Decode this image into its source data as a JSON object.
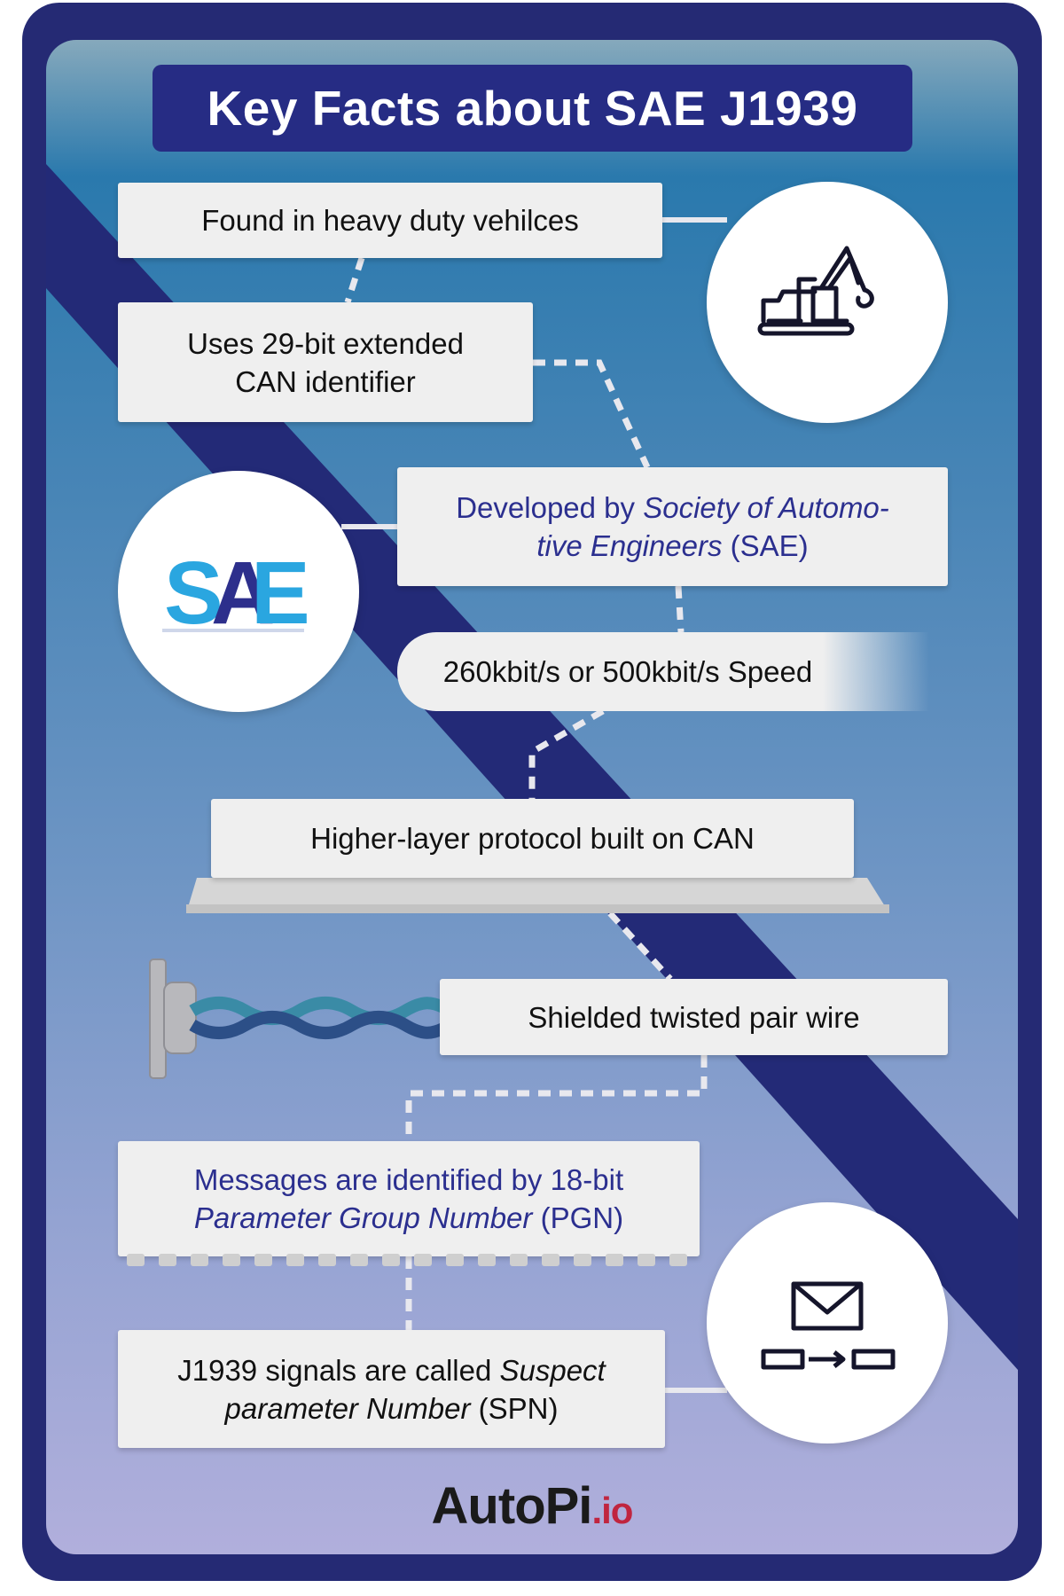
{
  "title": "Key Facts about SAE J1939",
  "facts": {
    "f1": "Found in heavy duty vehilces",
    "f2_line1": "Uses 29-bit extended",
    "f2_line2": "CAN identifier",
    "f3_pre": "Developed by ",
    "f3_italic1": "Society of Automo-",
    "f3_italic2": "tive Engineers",
    "f3_post": " (SAE)",
    "f4": "260kbit/s or 500kbit/s Speed",
    "f5": "Higher-layer protocol built on CAN",
    "f6": "Shielded twisted pair wire",
    "f7_line1": "Messages are identified by 18-bit",
    "f7_italic": "Parameter Group Number",
    "f7_post": " (PGN)",
    "f8_pre": "J1939 signals are called ",
    "f8_italic1": "Suspect",
    "f8_italic2": "parameter Number",
    "f8_post": " (SPN)"
  },
  "icons": {
    "excavator": "excavator-icon",
    "sae_logo": "SAE",
    "cable": "twisted-pair-cable-icon",
    "message": "message-envelope-icon"
  },
  "brand": {
    "name_part1": "Aut",
    "name_o": "o",
    "name_part2": "Pi",
    "name_suffix": ".io"
  },
  "colors": {
    "frame": "#252a74",
    "title_bg": "#262c84",
    "accent_text": "#2b2f8f",
    "sae_blue": "#2aa6e0",
    "sae_dark": "#2d2f8c",
    "cable_blue": "#2c4f87",
    "cable_teal": "#3a8ba6",
    "brand_red": "#c0253f"
  }
}
